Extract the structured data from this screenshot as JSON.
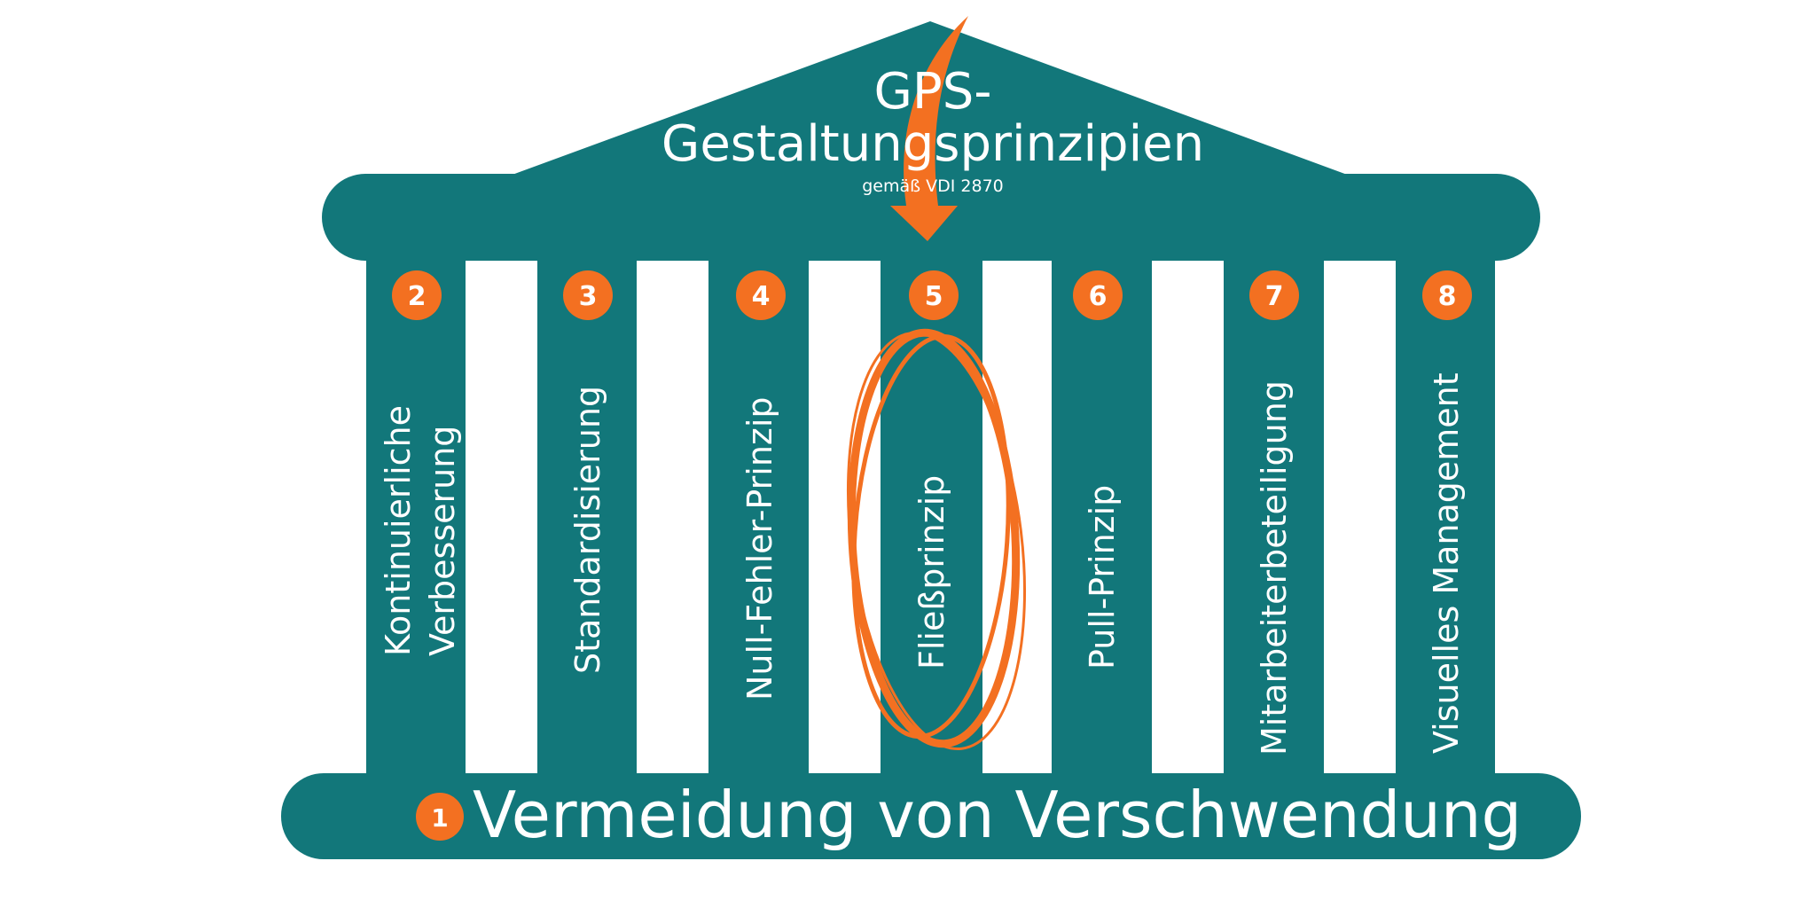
{
  "title_line1": "GPS-",
  "title_line2": "Gestaltungsprinzipien",
  "subtitle": "gemäß VDI 2870",
  "foundation": {
    "number": "1",
    "label": "Vermeidung von Verschwendung"
  },
  "pillars": [
    {
      "number": "2",
      "line1": "Kontinuierliche",
      "line2": "Verbesserung"
    },
    {
      "number": "3",
      "line1": "Standardisierung"
    },
    {
      "number": "4",
      "line1": "Null-Fehler-Prinzip"
    },
    {
      "number": "5",
      "line1": "Fließprinzip"
    },
    {
      "number": "6",
      "line1": "Pull-Prinzip"
    },
    {
      "number": "7",
      "line1": "Mitarbeiterbeteiligung"
    },
    {
      "number": "8",
      "line1": "Visuelles Management"
    }
  ],
  "colors": {
    "teal": "#12777A",
    "orange": "#F37021"
  },
  "highlighted_pillar": "5"
}
